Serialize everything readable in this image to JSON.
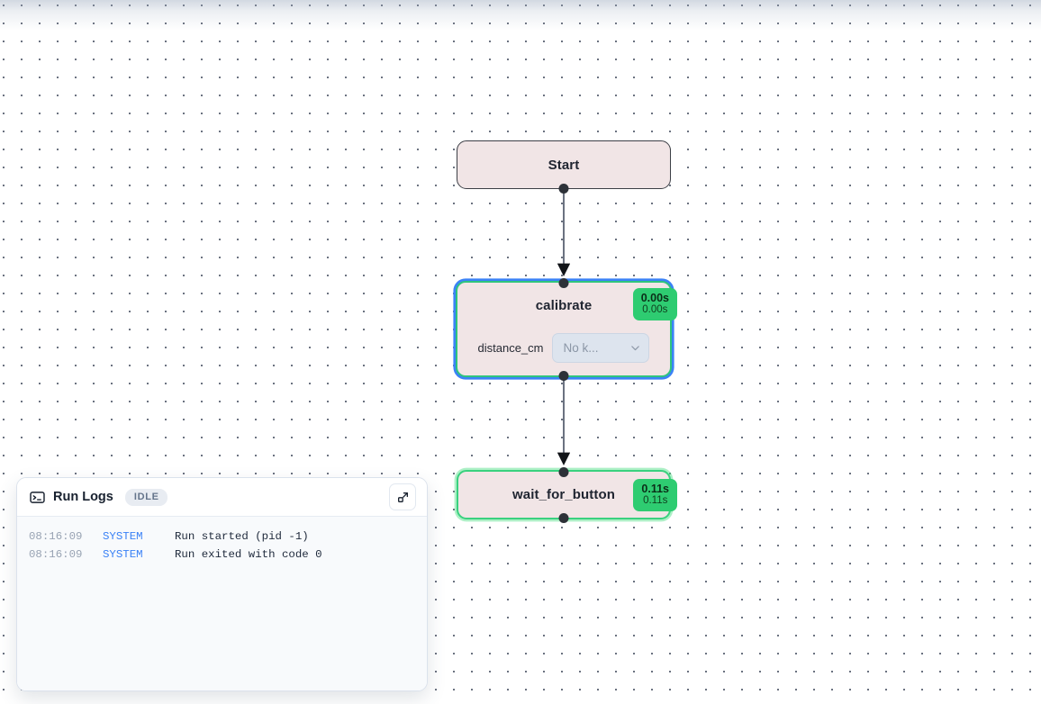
{
  "canvas": {
    "background_color": "#ffffff",
    "dot_color": "#6b7280"
  },
  "flow": {
    "nodes": [
      {
        "id": "start",
        "title": "Start",
        "border_color": "#3c3f46",
        "fill_color": "#f1e5e6",
        "selected": false
      },
      {
        "id": "calibrate",
        "title": "calibrate",
        "border_color": "#2fc47e",
        "selection_ring_color": "#3b82f6",
        "fill_color": "#f1e5e6",
        "selected": true,
        "timing": {
          "primary": "0.00s",
          "secondary": "0.00s",
          "color": "#2ecc71"
        },
        "param": {
          "label": "distance_cm",
          "select_value": "No k...",
          "chevron_icon": "chevron-down-icon"
        }
      },
      {
        "id": "wait_for_button",
        "title": "wait_for_button",
        "border_color": "#3ad17f",
        "fill_color": "#f1e5e6",
        "selected": false,
        "timing": {
          "primary": "0.11s",
          "secondary": "0.11s",
          "color": "#2ecc71"
        }
      }
    ],
    "edges": [
      {
        "from": "start",
        "to": "calibrate"
      },
      {
        "from": "calibrate",
        "to": "wait_for_button"
      }
    ],
    "edge_color": "#6b7280"
  },
  "run_logs": {
    "icon": "terminal-icon",
    "title": "Run Logs",
    "status": "IDLE",
    "expand_icon": "expand-icon",
    "lines": [
      {
        "time": "08:16:09",
        "level": "SYSTEM",
        "message": "Run started (pid -1)"
      },
      {
        "time": "08:16:09",
        "level": "SYSTEM",
        "message": "Run exited with code 0"
      }
    ]
  }
}
